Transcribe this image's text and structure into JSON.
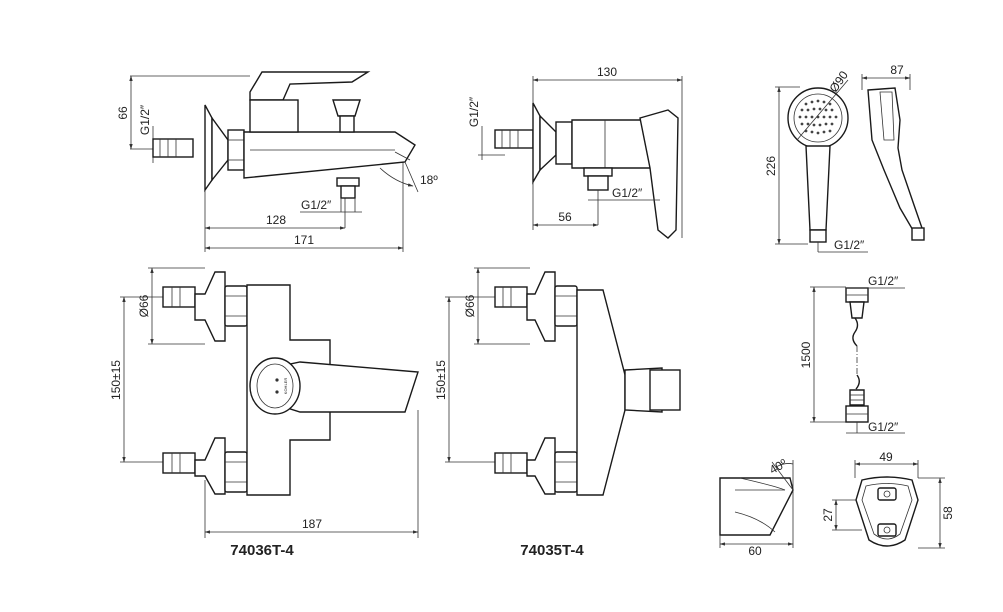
{
  "models": {
    "bath": "74036T-4",
    "shower": "74035T-4"
  },
  "dims": {
    "height_66": "66",
    "thread_g12": "G1/2″",
    "angle_18": "18º",
    "len_128": "128",
    "len_171": "171",
    "len_130": "130",
    "len_56": "56",
    "dia_90": "Ø90",
    "len_87": "87",
    "len_226": "226",
    "dia_66": "Ø66",
    "centers": "150±15",
    "len_187": "187",
    "hose_1500": "1500",
    "angle_40": "40º",
    "len_60": "60",
    "len_49": "49",
    "len_27": "27",
    "len_58": "58"
  },
  "brand_mark": "KOHLER"
}
